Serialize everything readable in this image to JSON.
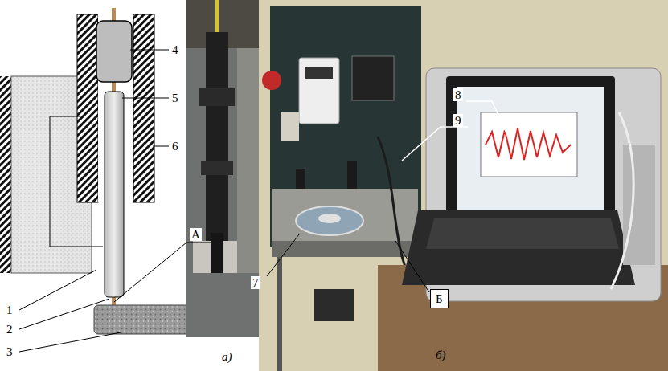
{
  "diagram": {
    "labels": [
      "4",
      "5",
      "6",
      "А",
      "1",
      "2",
      "3",
      "7",
      "8",
      "9",
      "Б",
      "а)",
      "б)"
    ]
  }
}
